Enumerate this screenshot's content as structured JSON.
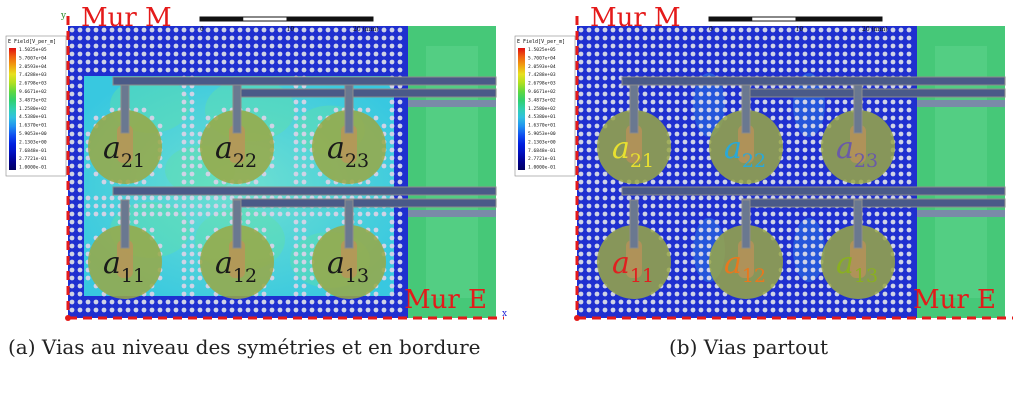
{
  "panels": [
    {
      "id": "a",
      "caption": "(a) Vias au niveau des symétries et en bordure",
      "wall_top": "Mur M",
      "wall_right": "Mur E",
      "scale_ticks": [
        "0",
        "10",
        "20 (mm)"
      ],
      "legend_title": "E Field[V_per_m]",
      "legend_values": [
        "1.5025e+05",
        "5.7007e+04",
        "2.0593e+04",
        "7.4288e+03",
        "2.6798e+03",
        "9.6671e+02",
        "3.4873e+02",
        "1.2580e+02",
        "4.5380e+01",
        "1.6370e+01",
        "5.9053e+00",
        "2.1303e+00",
        "7.6848e-01",
        "2.7721e-01",
        "1.0000e-01"
      ],
      "axis_x": "x",
      "axis_y": "y",
      "resonators": [
        {
          "base": "a",
          "sub": "21",
          "color": "#1a1a1a"
        },
        {
          "base": "a",
          "sub": "22",
          "color": "#1a1a1a"
        },
        {
          "base": "a",
          "sub": "23",
          "color": "#1a1a1a"
        },
        {
          "base": "a",
          "sub": "11",
          "color": "#1a1a1a"
        },
        {
          "base": "a",
          "sub": "12",
          "color": "#1a1a1a"
        },
        {
          "base": "a",
          "sub": "13",
          "color": "#1a1a1a"
        }
      ]
    },
    {
      "id": "b",
      "caption": "(b) Vias partout",
      "wall_top": "Mur M",
      "wall_right": "Mur E",
      "scale_ticks": [
        "0",
        "10",
        "20 (mm)"
      ],
      "legend_title": "E Field[V_per_m]",
      "legend_values": [
        "1.5025e+05",
        "5.7007e+04",
        "2.0593e+04",
        "7.4288e+03",
        "2.6798e+03",
        "9.6671e+02",
        "3.4873e+02",
        "1.2580e+02",
        "4.5380e+01",
        "1.6370e+01",
        "5.9053e+00",
        "2.1303e+00",
        "7.6848e-01",
        "2.7721e-01",
        "1.0000e-01"
      ],
      "axis_x": "",
      "axis_y": "",
      "resonators": [
        {
          "base": "a",
          "sub": "21",
          "color": "#e8e030"
        },
        {
          "base": "a",
          "sub": "22",
          "color": "#2aa8d8"
        },
        {
          "base": "a",
          "sub": "23",
          "color": "#6a5aa8"
        },
        {
          "base": "a",
          "sub": "11",
          "color": "#e02020"
        },
        {
          "base": "a",
          "sub": "12",
          "color": "#e8781e"
        },
        {
          "base": "a",
          "sub": "13",
          "color": "#8ab020"
        }
      ]
    }
  ],
  "colors": {
    "wall_text": "#e41a1a",
    "wall_line": "#e41a1a",
    "substrate_blue": "#1f2fd0",
    "field_cyan": "#3ad8e8",
    "field_green": "#46c878",
    "resonator_fill": "#9aa845",
    "line_gray": "#8c8c8c",
    "via_color": "#cfd3e6"
  }
}
